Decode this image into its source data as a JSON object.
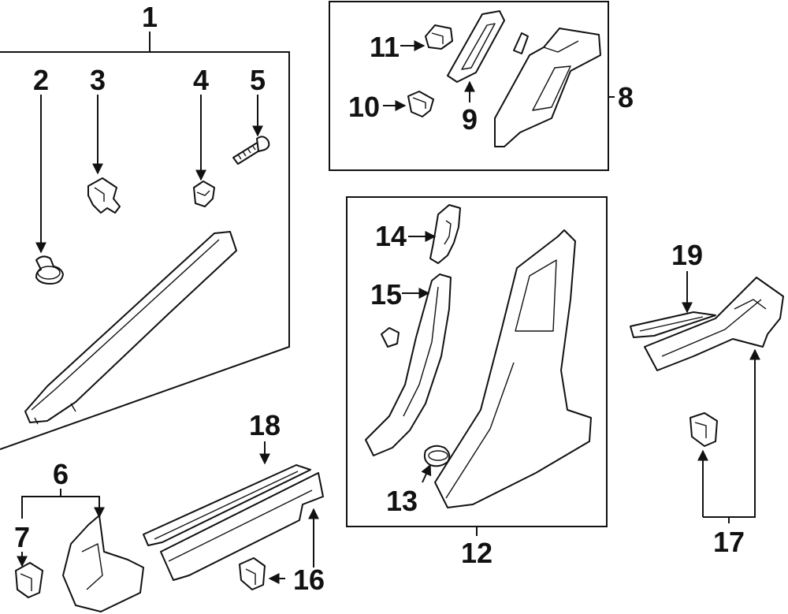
{
  "diagram": {
    "callouts": {
      "c1": "1",
      "c2": "2",
      "c3": "3",
      "c4": "4",
      "c5": "5",
      "c6": "6",
      "c7": "7",
      "c8": "8",
      "c9": "9",
      "c10": "10",
      "c11": "11",
      "c12": "12",
      "c13": "13",
      "c14": "14",
      "c15": "15",
      "c16": "16",
      "c17": "17",
      "c18": "18",
      "c19": "19"
    },
    "colors": {
      "line": "#111111",
      "background": "#ffffff"
    }
  }
}
